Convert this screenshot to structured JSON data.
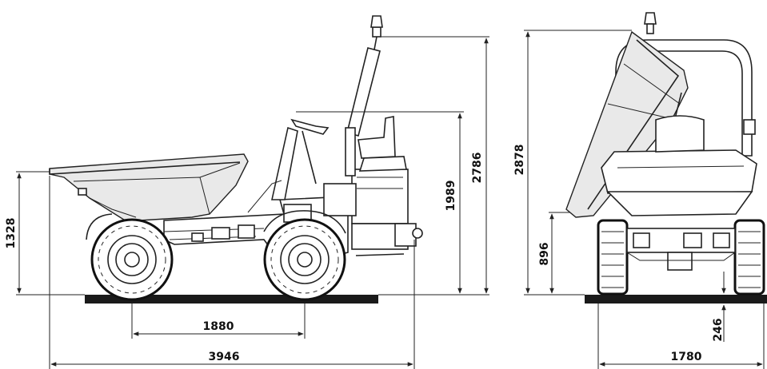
{
  "drawing": {
    "side_view": {
      "overall_length": "3946",
      "wheelbase": "1880",
      "skip_height": "1328",
      "seat_height": "1989",
      "beacon_height": "2786"
    },
    "front_view": {
      "overall_height": "2878",
      "pivot_height": "896",
      "ground_clearance": "246",
      "overall_width": "1780"
    }
  }
}
